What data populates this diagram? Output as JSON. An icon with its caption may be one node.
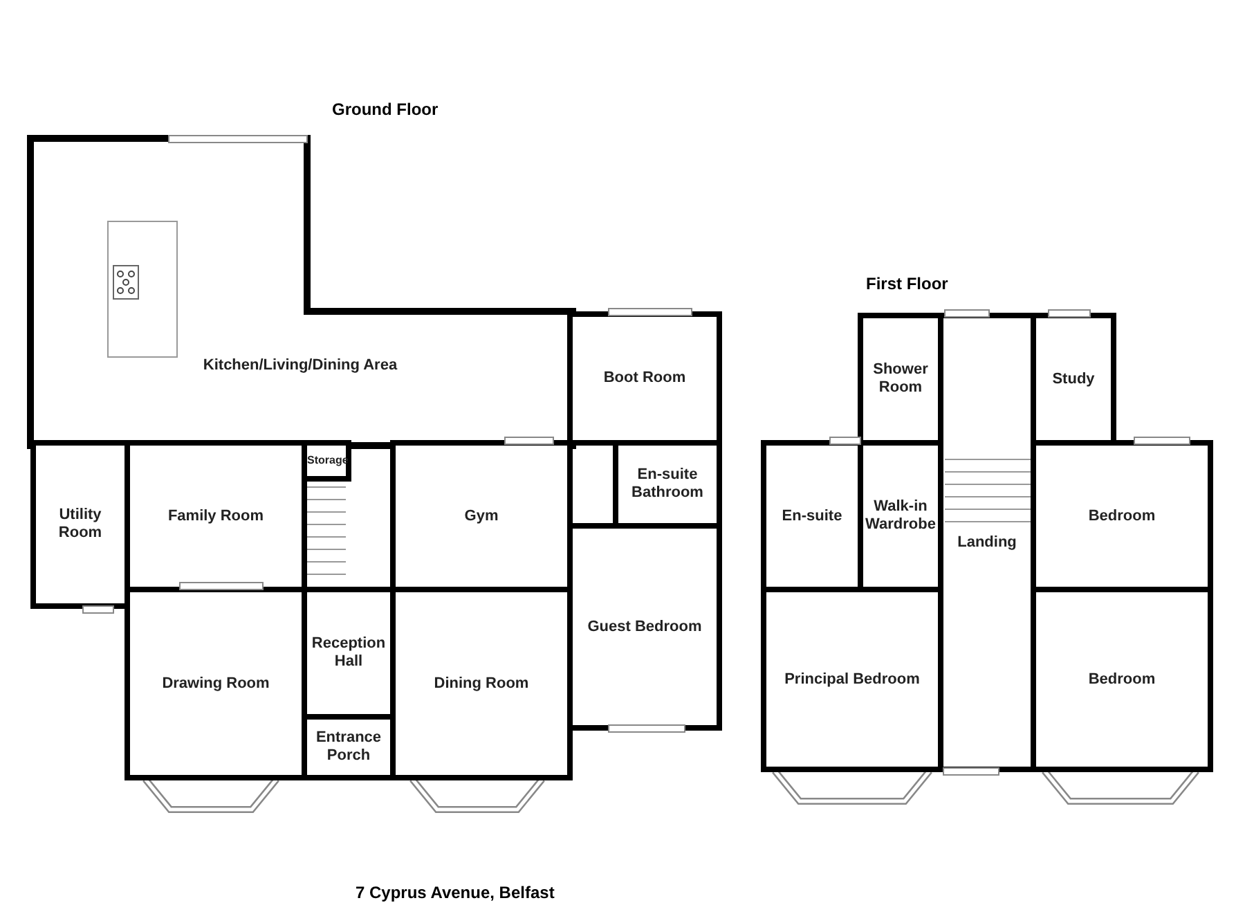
{
  "diagram": {
    "caption": "7 Cyprus Avenue, Belfast",
    "nodes": [
      {
        "text": [
          "Kitchen/Living/Dining Area"
        ]
      },
      {
        "text": [
          "Boot Room"
        ]
      },
      {
        "text": [
          "Storage"
        ]
      },
      {
        "text": [
          "Utility Room"
        ]
      },
      {
        "text": [
          "Family Room"
        ]
      },
      {
        "text": [
          "Gym"
        ]
      },
      {
        "text": [
          "En-suite Bathroom"
        ]
      },
      {
        "text": [
          "Reception Hall"
        ]
      },
      {
        "text": [
          "Drawing Room"
        ]
      },
      {
        "text": [
          "Dining Room"
        ]
      },
      {
        "text": [
          "Guest Bedroom"
        ]
      },
      {
        "text": [
          "Entrance Porch"
        ]
      },
      {
        "text": [
          "Shower Room"
        ]
      },
      {
        "text": [
          "Study"
        ]
      },
      {
        "text": [
          "Walk-in Wardrobe"
        ]
      },
      {
        "text": [
          "En-suite"
        ]
      },
      {
        "text": [
          "Bedroom"
        ]
      },
      {
        "text": [
          "Principal Bedroom"
        ]
      },
      {
        "text": [
          "Landing"
        ]
      },
      {
        "text": [
          "Bedroom"
        ]
      }
    ],
    "labels": [
      "Ground Floor",
      "First Floor"
    ]
  }
}
